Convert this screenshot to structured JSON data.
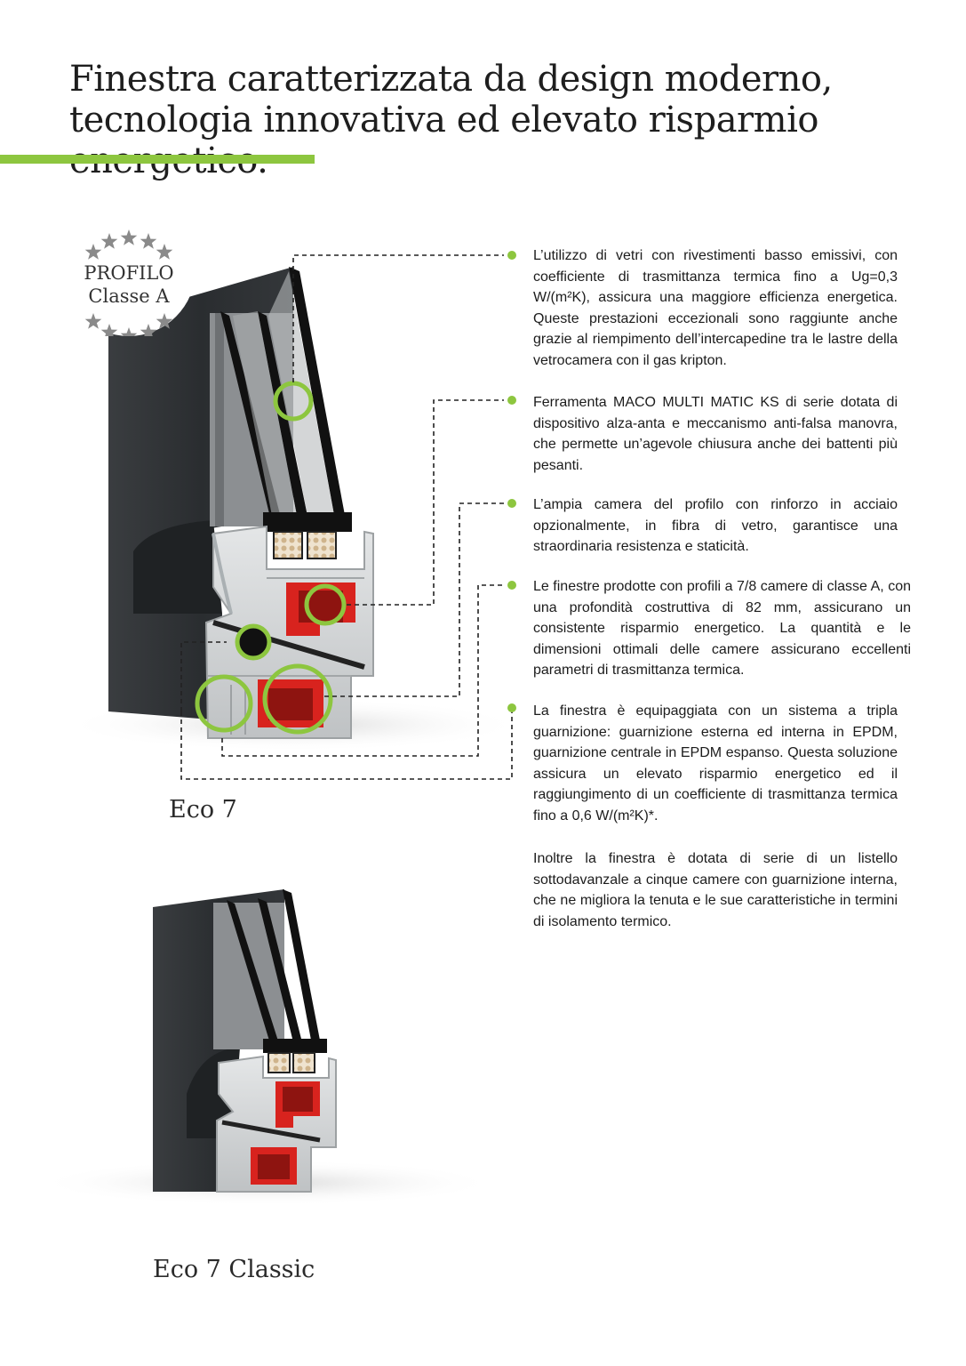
{
  "title": "Finestra caratterizzata da design moderno, tecnologia innovativa ed elevato risparmio energetico.",
  "badge": {
    "line1": "PROFILO",
    "line2": "Classe A",
    "star_count": 10,
    "icon": "star-icon"
  },
  "colors": {
    "accent_green": "#8dc63f",
    "frame_anthracite": "#2b2e31",
    "pvc_grey": "#d3d5d6",
    "steel_red": "#d8231e",
    "text": "#1c1c1c"
  },
  "features": [
    "L’utilizzo di vetri con rivestimenti basso emissivi, con coefficiente di trasmittanza termica fino a Ug=0,3 W/(m²K), assicura una maggiore efficienza energetica. Queste prestazioni eccezionali sono raggiunte anche grazie al riempimento dell’intercapedine tra le lastre della vetrocamera con il gas kripton.",
    "Ferramenta MACO MULTI MATIC KS di serie dotata di dispositivo alza-anta e meccanismo anti-falsa manovra, che permette un’agevole chiusura anche dei battenti più pesanti.",
    "L’ampia camera del profilo con rinforzo in acciaio opzionalmente, in fibra di vetro, garantisce una straordinaria resistenza e staticità.",
    "Le finestre prodotte con profili a 7/8 camere di classe A, con una profondità costruttiva di 82 mm, assicurano un consistente risparmio energetico. La quantità e le dimensioni ottimali delle camere assicurano eccellenti parametri di trasmittanza termica.",
    "La finestra è equipaggiata con un sistema a tripla guarnizione: guarnizione esterna ed interna in EPDM, guarnizione centrale in EPDM espanso. Questa soluzione assicura un elevato risparmio energetico ed il raggiungimento di un coefficiente di trasmittanza termica fino a 0,6 W/(m²K)*."
  ],
  "extra_note": "Inoltre la finestra è dotata di serie di un listello sottodavanzale a cinque camere con guarnizione interna, che ne migliora la tenuta e le sue caratteristiche in termini di isolamento termico.",
  "models": {
    "first": "Eco 7",
    "second": "Eco 7 Classic"
  }
}
